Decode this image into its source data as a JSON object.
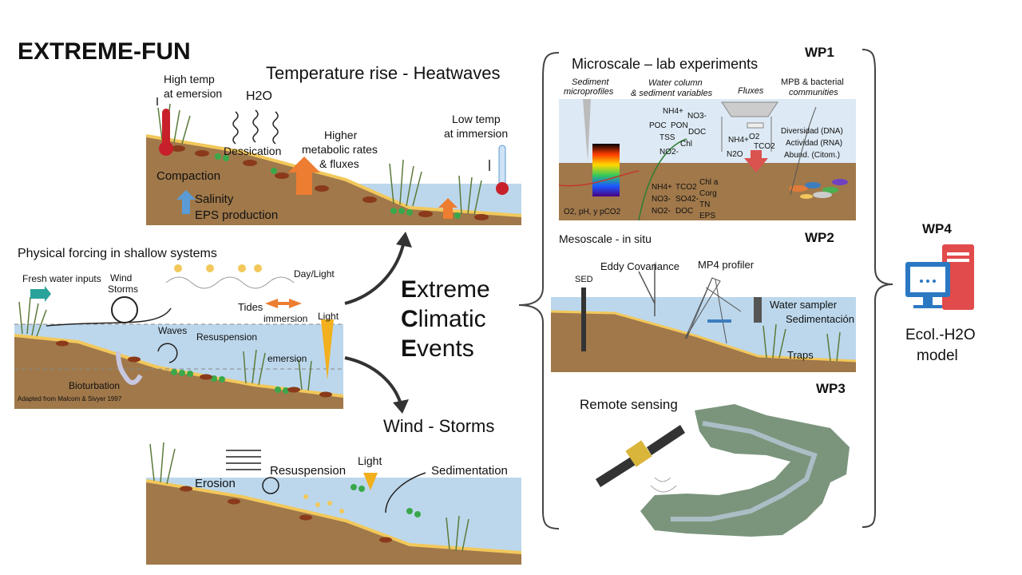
{
  "title": "EXTREME-FUN",
  "heat": {
    "heading": "Temperature rise - Heatwaves",
    "high_temp": [
      "High temp",
      "at emersion"
    ],
    "h2o": "H2O",
    "dessication": "Dessication",
    "metabolic": [
      "Higher",
      "metabolic rates",
      "& fluxes"
    ],
    "low_temp": [
      "Low temp",
      "at immersion"
    ],
    "compaction": "Compaction",
    "salinity": "Salinity",
    "eps": "EPS production"
  },
  "physical": {
    "heading": "Physical forcing in shallow systems",
    "fresh_water": "Fresh water inputs",
    "wind_storms": [
      "Wind",
      "Storms"
    ],
    "day_light": "Day/Light",
    "tides": "Tides",
    "immersion": "immersion",
    "light": "Light",
    "waves": "Waves",
    "resuspension": "Resuspension",
    "emersion": "emersion",
    "bioturbation": "Bioturbation",
    "credit": "Adapted from Malcom & Sivyer  1997"
  },
  "center": {
    "line1_initial": "E",
    "line1_rest": "xtreme",
    "line2_initial": "C",
    "line2_rest": "limatic",
    "line3_initial": "E",
    "line3_rest": "vents"
  },
  "wind": {
    "heading": "Wind - Storms",
    "resuspension": "Resuspension",
    "light": "Light",
    "sedimentation": "Sedimentation",
    "erosion": "Erosion"
  },
  "wp1": {
    "label": "WP1",
    "heading": "Microscale – lab experiments",
    "col1": [
      "Sediment",
      "microprofiles"
    ],
    "col2": [
      "Water column",
      "& sediment variables"
    ],
    "col3": "Fluxes",
    "col4": [
      "MPB & bacterial",
      "communities"
    ],
    "water_vars": [
      "NH4+",
      "NO3-",
      "POC",
      "PON",
      "DOC",
      "TSS",
      "Chl",
      "NO2-"
    ],
    "sed_vars": [
      "NH4+",
      "TCO2",
      "NO3-",
      "SO42-",
      "NO2-",
      "DOC",
      "Chl a",
      "Corg",
      "TN",
      "EPS"
    ],
    "flux_vars": [
      "NH4+",
      "O2",
      "TCO2",
      "N2O"
    ],
    "community": [
      "Diversidad (DNA)",
      "Actividad (RNA)",
      "Abund. (Citom.)"
    ],
    "profile_label": "O2, pH, y pCO2"
  },
  "wp2": {
    "label": "WP2",
    "heading": "Mesoscale - in situ",
    "sed": "SED",
    "eddy": "Eddy Covariance",
    "mp4": "MP4 profiler",
    "water_sampler": "Water sampler",
    "sedimentacion": "Sedimentación",
    "traps": "Traps"
  },
  "wp3": {
    "label": "WP3",
    "heading": "Remote sensing"
  },
  "wp4": {
    "label": "WP4",
    "model": [
      "Ecol.-H2O",
      "model"
    ]
  },
  "colors": {
    "sediment": "#a0784a",
    "water": "#bcd7ec",
    "sand": "#f2c85b",
    "arrow_orange": "#ed7d31",
    "arrow_blue": "#5b9bd5",
    "teal": "#2aa39a"
  }
}
